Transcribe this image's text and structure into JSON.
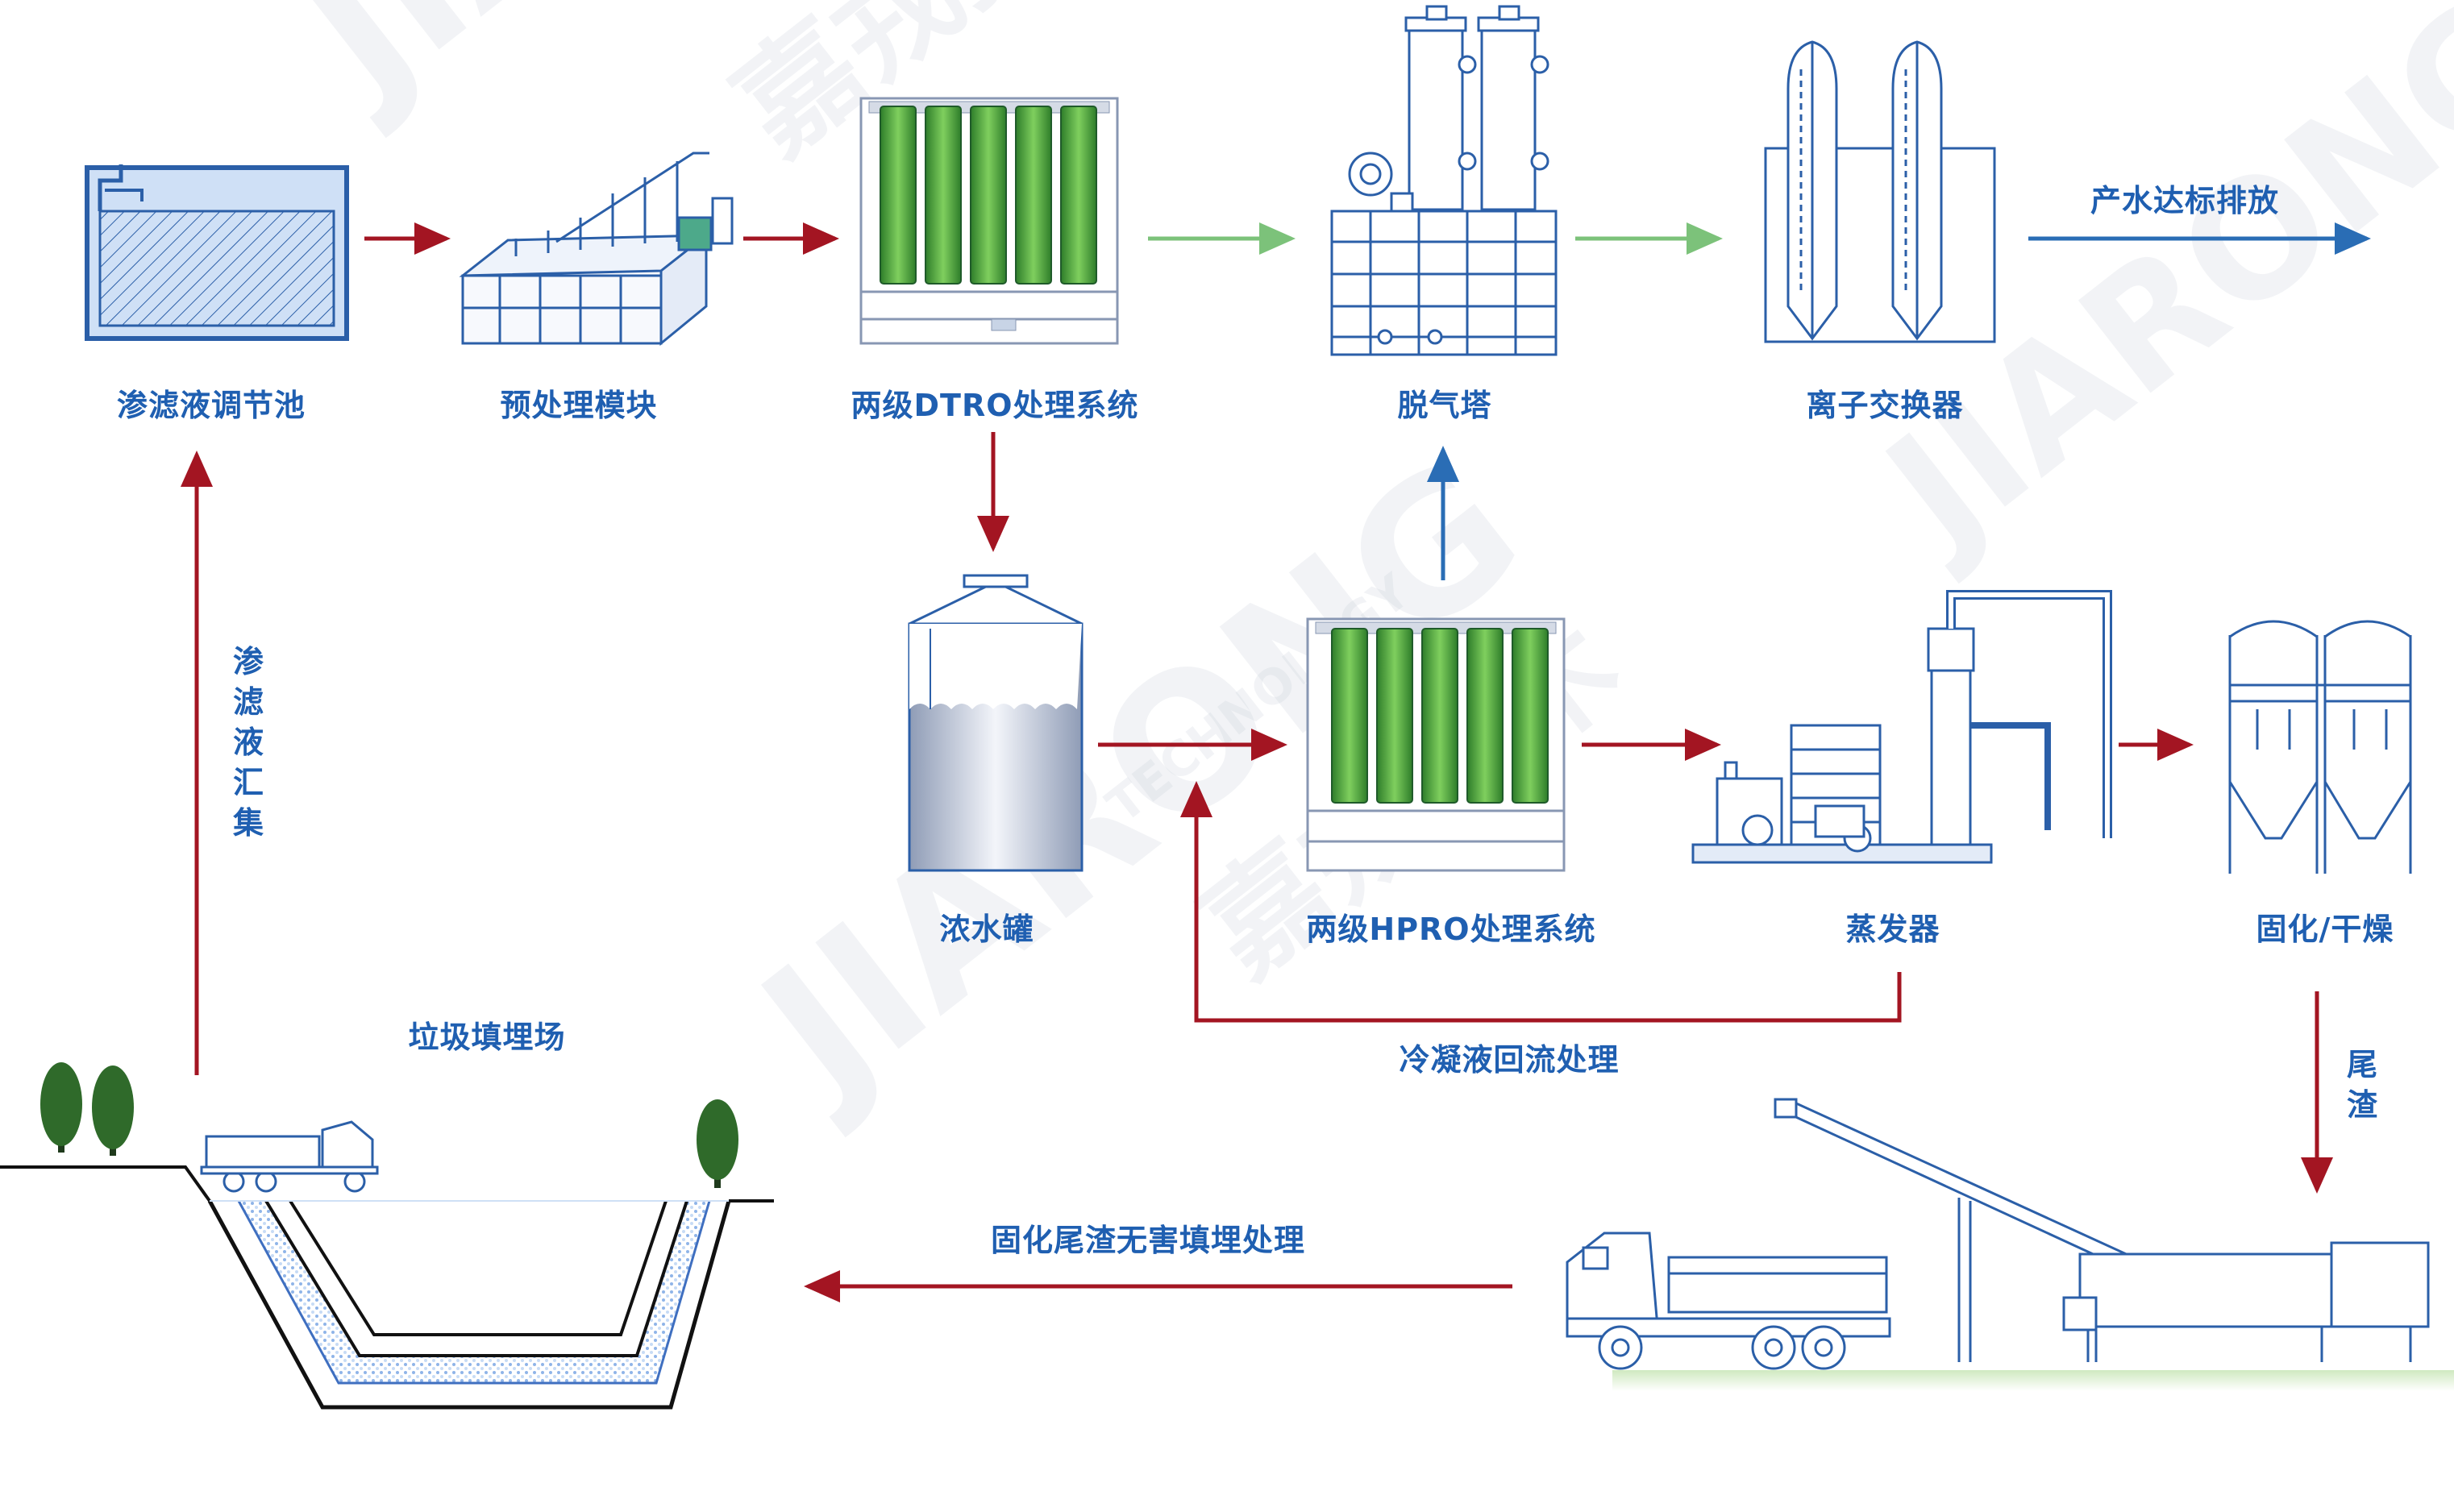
{
  "labels": {
    "regulating_tank": "渗滤液调节池",
    "pretreatment": "预处理模块",
    "dtro": "两级DTRO处理系统",
    "degassing_tower": "脱气塔",
    "ion_exchanger": "离子交换器",
    "discharge": "产水达标排放",
    "concentrate_tank": "浓水罐",
    "hpro": "两级HPRO处理系统",
    "evaporator": "蒸发器",
    "solidify_dry": "固化/干燥",
    "collection": "渗滤液汇集",
    "landfill": "垃圾填埋场",
    "condensate_reflux": "冷凝液回流处理",
    "residue": "尾渣",
    "residue_landfill": "固化尾渣无害填埋处理"
  },
  "watermark": {
    "brand": "JIARONG",
    "sub": "TECHNOLOGY",
    "cn": "嘉戎技术"
  },
  "colors": {
    "label_blue": "#1f5fb1",
    "arrow_red": "#a31522",
    "arrow_green": "#7cc27a",
    "arrow_blue": "#2a6db5",
    "membrane_green": "#3f9b3a",
    "line_blue": "#2b5fa8"
  }
}
